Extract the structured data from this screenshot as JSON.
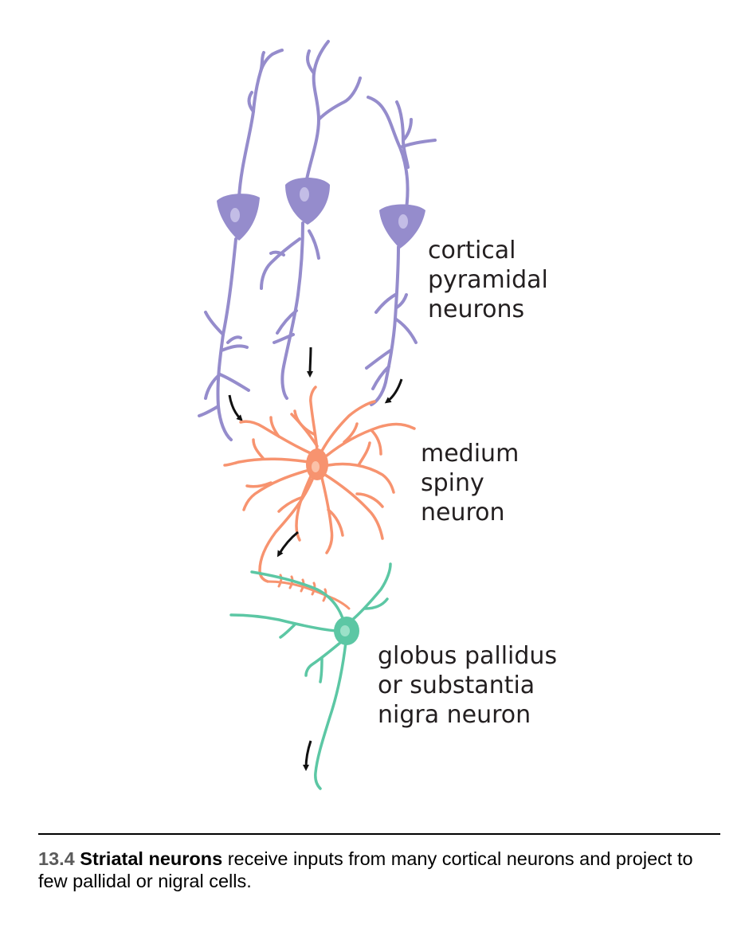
{
  "colors": {
    "pyramidal": "#958ccc",
    "pyramidal_nucleus": "#c3bde6",
    "spiny": "#f7936f",
    "spiny_nucleus": "#fbc1a8",
    "pallidal": "#5cc7a4",
    "pallidal_nucleus": "#9be1c8",
    "arrow": "#111111",
    "text": "#231f20"
  },
  "labels": {
    "cortical": "cortical\npyramidal\nneurons",
    "msn": "medium\nspiny\nneuron",
    "gp": "globus pallidus\nor substantia\nnigra neuron"
  },
  "caption": {
    "number": "13.4",
    "title": "Striatal neurons",
    "text": " receive inputs from many cortical neurons and project to few pallidal or nigral cells."
  }
}
